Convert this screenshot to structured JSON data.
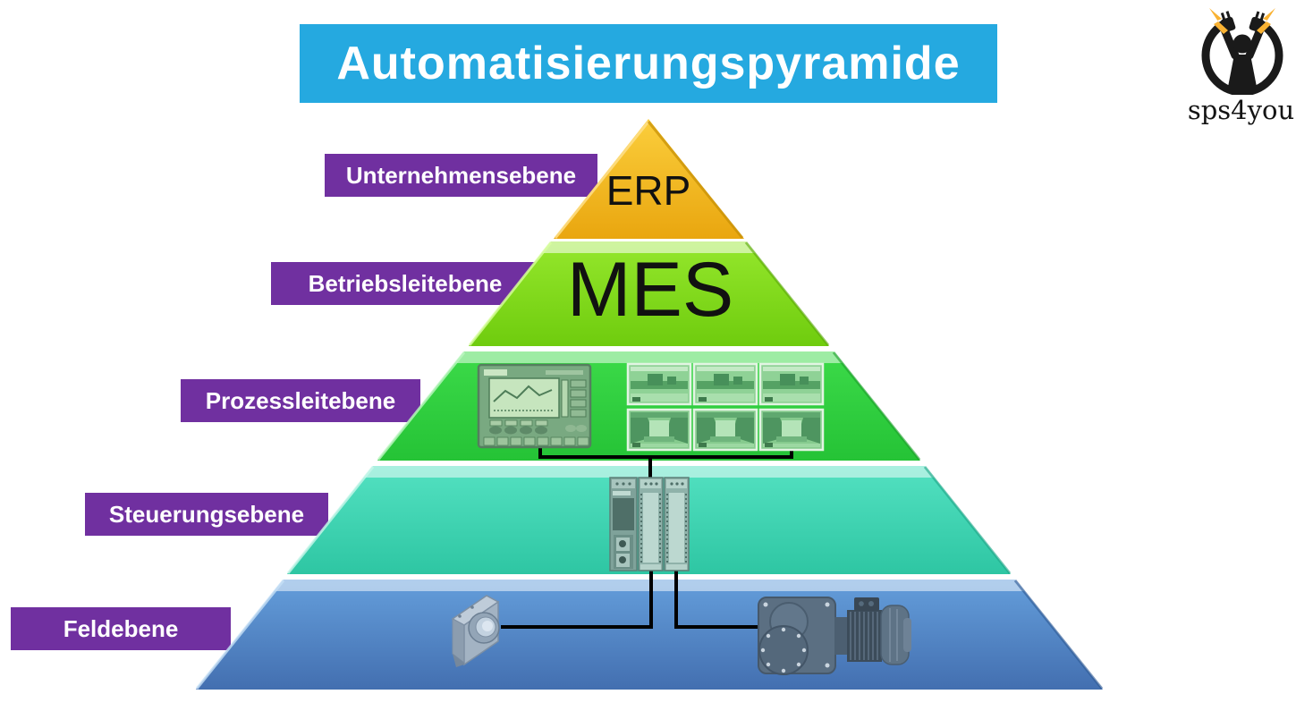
{
  "title": "Automatisierungspyramide",
  "logo": {
    "text": "sps4you"
  },
  "levels": [
    {
      "label": "Unternehmensebene",
      "system_label": "ERP",
      "color": "#F0B01D",
      "icon": "erp-triangle"
    },
    {
      "label": "Betriebsleitebene",
      "system_label": "MES",
      "color": "#7FD41C",
      "icon": "mes-band"
    },
    {
      "label": "Prozessleitebene",
      "system_label": "",
      "color": "#30CE41",
      "icon": "hmi-panel-and-cctv-monitors"
    },
    {
      "label": "Steuerungsebene",
      "system_label": "",
      "color": "#3BD5B2",
      "icon": "plc-controller"
    },
    {
      "label": "Feldebene",
      "system_label": "",
      "color": "#5492D3",
      "icon": "sensor-and-gear-motor"
    }
  ],
  "colors": {
    "title_background": "#25A9E0",
    "title_text": "#FFFFFF",
    "label_background": "#7030A0",
    "label_text": "#FFFFFF",
    "connector_line": "#000000",
    "logo_lightning": "#F9B233",
    "logo_mark": "#1A1A1A"
  },
  "icons": [
    "sps4you-logo-icon",
    "lightning-bolt-icon",
    "hmi-panel-icon",
    "cctv-monitor-icon",
    "plc-icon",
    "sensor-icon",
    "gear-motor-icon"
  ]
}
